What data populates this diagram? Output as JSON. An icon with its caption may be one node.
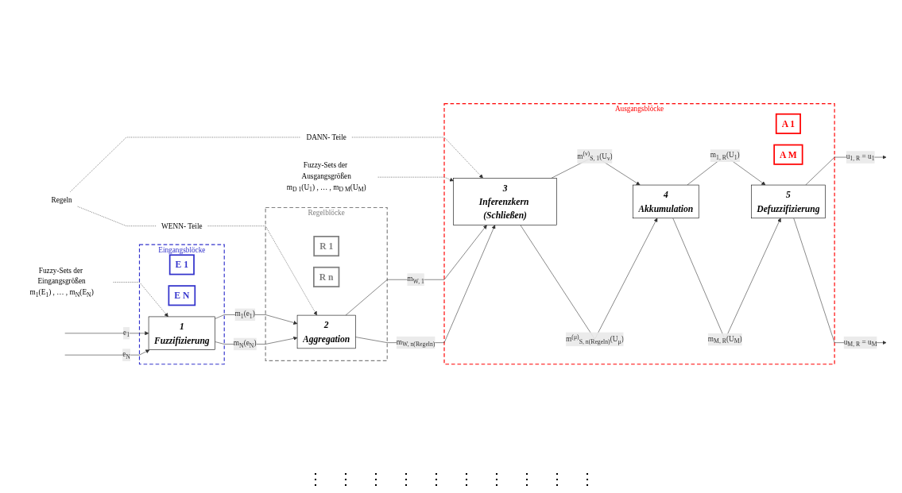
{
  "diagram": {
    "nodes": [
      {
        "text": [
          "Eingangsblöcke"
        ]
      },
      {
        "text": [
          "1",
          "Fuzzifizierung"
        ],
        "in": 0
      },
      {
        "text": [
          "E 1"
        ],
        "in": 0
      },
      {
        "text": [
          "E N"
        ],
        "in": 0
      },
      {
        "text": [
          "Regelblöcke"
        ]
      },
      {
        "text": [
          "2",
          "Aggregation"
        ],
        "in": 4
      },
      {
        "text": [
          "R 1"
        ],
        "in": 4
      },
      {
        "text": [
          "R n"
        ],
        "in": 4
      },
      {
        "text": [
          "Ausgangsblöcke"
        ]
      },
      {
        "text": [
          "3",
          "Inferenzkern (Schließen)"
        ],
        "in": 8
      },
      {
        "text": [
          "4",
          "Akkumulation"
        ],
        "in": 8
      },
      {
        "text": [
          "5",
          "Defuzzifizierung"
        ],
        "in": 8
      },
      {
        "text": [
          "A 1"
        ],
        "in": 8
      },
      {
        "text": [
          "A M"
        ],
        "in": 8
      },
      {
        "text": [
          "Fuzzy-Sets der Eingangsgrößen",
          "m$_{1}$(E$_{1}$) , … , m$_{N}$(E$_{N}$)"
        ]
      },
      {
        "text": [
          "Regeln"
        ]
      },
      {
        "text": [
          "WENN- Teile"
        ]
      },
      {
        "text": [
          "DANN- Teile"
        ]
      },
      {
        "text": [
          "Fuzzy-Sets der Ausgangsgrößen",
          "m$_{D 1}$(U$_{1}$) , … , m$_{D M}$(U$_{M}$)"
        ]
      }
    ],
    "edges": [
      {
        "from": 14,
        "to": 1,
        "arrow": "to",
        "style": "dashed"
      },
      {
        "from": 15,
        "to": 16,
        "arrow": "none",
        "style": "dashed"
      },
      {
        "from": 16,
        "to": 5,
        "arrow": "to",
        "style": "dashed"
      },
      {
        "from": 15,
        "to": 17,
        "arrow": "none",
        "style": "dashed"
      },
      {
        "from": 17,
        "to": 9,
        "arrow": "to",
        "style": "dashed"
      },
      {
        "from": 18,
        "to": 9,
        "arrow": "to",
        "style": "dashed"
      },
      {
        "from": null,
        "to": 1,
        "arrow": "to",
        "label": "e$_{1}$"
      },
      {
        "from": null,
        "to": 1,
        "arrow": "to",
        "label": "e$_{N}$"
      },
      {
        "from": 1,
        "to": 5,
        "arrow": "to",
        "label": "m$_{1}$(e$_{1}$)"
      },
      {
        "from": 1,
        "to": 5,
        "arrow": "to",
        "label": "m$_{N}$(e$_{N}$)"
      },
      {
        "from": 5,
        "to": 9,
        "arrow": "to",
        "label": "m$_{W, 1}$"
      },
      {
        "from": 5,
        "to": 9,
        "arrow": "to",
        "label": "m$_{W, n(Regeln)}$"
      },
      {
        "from": 9,
        "to": 10,
        "arrow": "to",
        "label": "m$^{(ν)}$$_{S, 1}$(U$_{ν}$)"
      },
      {
        "from": 9,
        "to": 10,
        "arrow": "to",
        "label": "m$^{(μ)}$$_{S, n(Regeln)}$(U$_{μ}$)"
      },
      {
        "from": 10,
        "to": 11,
        "arrow": "to",
        "label": "m$_{1, R}$(U$_{1}$)"
      },
      {
        "from": 10,
        "to": 11,
        "arrow": "to",
        "label": "m$_{M, R}$(U$_{M}$)"
      },
      {
        "from": 11,
        "to": null,
        "arrow": "to",
        "label": "u$_{1, R}$ = u$_{1}$"
      },
      {
        "from": 11,
        "to": null,
        "arrow": "to",
        "label": "u$_{M, R}$ = u$_{M}$"
      }
    ],
    "labels": [
      "⋮",
      "⋮",
      "⋮",
      "⋮",
      "⋮",
      "⋮",
      "⋮",
      "⋮",
      "⋮",
      "⋮"
    ]
  }
}
